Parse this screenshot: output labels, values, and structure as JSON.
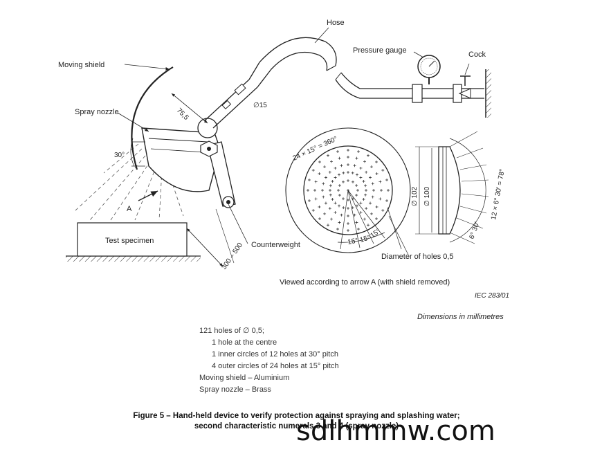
{
  "labels": {
    "hose": "Hose",
    "pressure_gauge": "Pressure gauge",
    "cock": "Cock",
    "moving_shield": "Moving shield",
    "spray_nozzle": "Spray nozzle",
    "dim_75_5": "75,5",
    "dim_15": "∅15",
    "angle_30": "30°",
    "arrow_a": "A",
    "test_specimen": "Test specimen",
    "counterweight": "Counterweight",
    "dim_300_500": "300 – 500",
    "holes_pitch": "24 × 15° = 360°",
    "dim_102": "∅ 102",
    "dim_100": "∅ 100",
    "angles_78": "12 × 6° 30′ = 78°",
    "angle_6_30": "6° 30′",
    "p15a": "15°",
    "p15b": "15°",
    "p15c": "15°",
    "diameter_holes": "Diameter of holes 0,5",
    "viewed": "Viewed according to arrow A (with shield removed)",
    "iec_ref": "IEC   283/01",
    "dimensions": "Dimensions in millimetres"
  },
  "notes": [
    "121 holes of ∅ 0,5;",
    "1 hole at the centre",
    "1 inner circles of 12 holes at 30° pitch",
    "4 outer circles of 24 holes at 15° pitch",
    "Moving shield – Aluminium",
    "Spray nozzle – Brass"
  ],
  "caption": {
    "line1": "Figure 5 – Hand-held device to verify protection against spraying and splashing water;",
    "line2": "second characteristic numerals 3 and 4 (spray nozzle)"
  },
  "watermark": "sdlhmmw.com"
}
